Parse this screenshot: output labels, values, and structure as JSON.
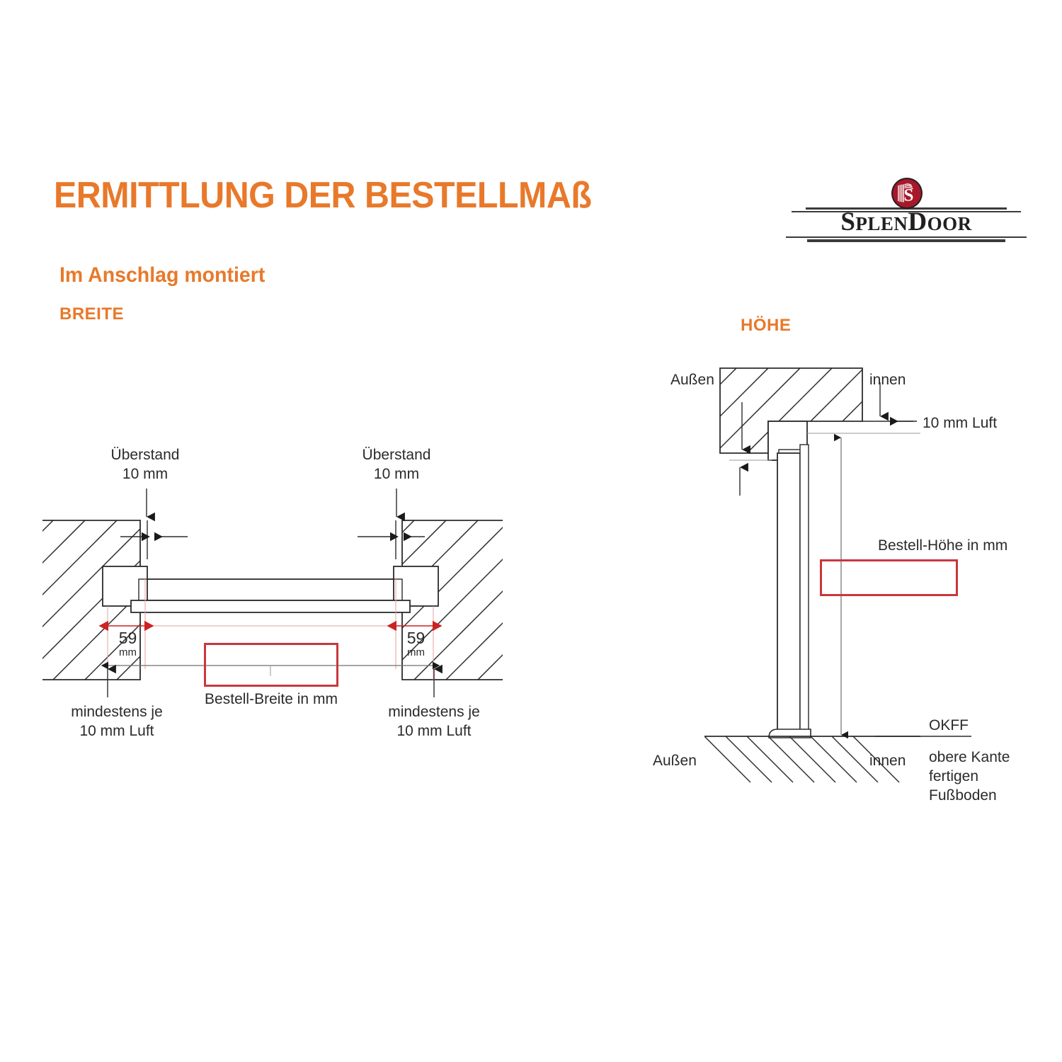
{
  "document": {
    "title": "ERMITTLUNG DER BESTELLMAß",
    "subtitle": "Im Anschlag montiert",
    "accent_color": "#e8792a",
    "line_color": "#2b2b2b",
    "red_color": "#c9373c",
    "badge_color": "#a8182a"
  },
  "logo": {
    "word_part_1": "S",
    "word_part_2": "PLEN",
    "word_part_3": "D",
    "word_part_4": "OOR",
    "badge_letter": "S"
  },
  "breite": {
    "heading": "BREITE",
    "overhang_left_line1": "Überstand",
    "overhang_left_line2": "10 mm",
    "overhang_right_line1": "Überstand",
    "overhang_right_line2": "10 mm",
    "dim_left_value": "59",
    "dim_left_unit": "mm",
    "dim_right_value": "59",
    "dim_right_unit": "mm",
    "order_field_label": "Bestell-Breite in mm",
    "order_field_value": "",
    "gap_left_line1": "mindestens je",
    "gap_left_line2": "10 mm Luft",
    "gap_right_line1": "mindestens je",
    "gap_right_line2": "10 mm Luft"
  },
  "hoehe": {
    "heading": "HÖHE",
    "outside_top": "Außen",
    "inside_top": "innen",
    "air_gap_label": "10 mm Luft",
    "order_field_label": "Bestell-Höhe in mm",
    "order_field_value": "",
    "outside_bottom": "Außen",
    "inside_bottom": "innen",
    "okff_label": "OKFF",
    "okff_desc_line1": "obere Kante",
    "okff_desc_line2": "fertigen",
    "okff_desc_line3": "Fußboden"
  }
}
